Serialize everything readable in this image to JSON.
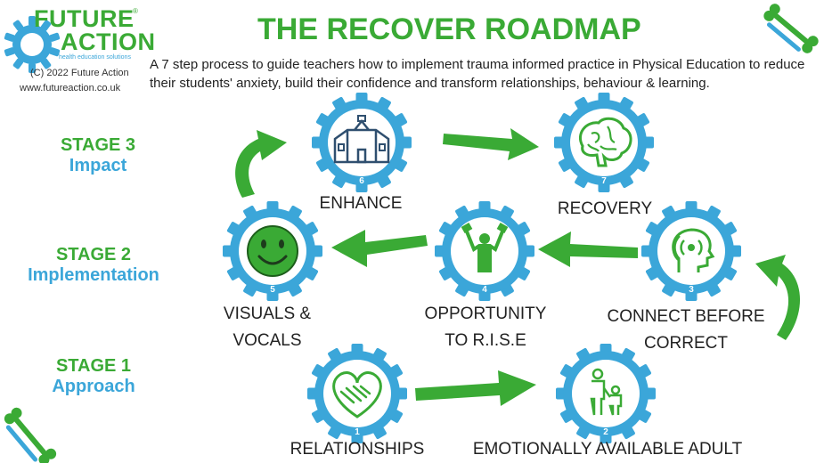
{
  "logo": {
    "line1": "FUTURE",
    "line2": "ACTION",
    "mark": "®",
    "tagline": "health education solutions"
  },
  "copyright": "(C) 2022 Future Action",
  "website": "www.futureaction.co.uk",
  "title": "THE RECOVER ROADMAP",
  "subtitle": "A 7 step process to guide teachers how to implement trauma informed practice in Physical Education to reduce their students' anxiety, build their confidence and transform relationships, behaviour & learning.",
  "stages": [
    {
      "num": "STAGE 3",
      "name": "Impact"
    },
    {
      "num": "STAGE 2",
      "name": "Implementation"
    },
    {
      "num": "STAGE 1",
      "name": "Approach"
    }
  ],
  "steps": [
    {
      "n": "1",
      "label": "RELATIONSHIPS",
      "icon": "heart-handshake-icon"
    },
    {
      "n": "2",
      "label": "EMOTIONALLY AVAILABLE ADULT",
      "icon": "adult-child-icon"
    },
    {
      "n": "3",
      "label_line1": "CONNECT BEFORE",
      "label_line2": "CORRECT",
      "icon": "head-connect-icon"
    },
    {
      "n": "4",
      "label_line1": "OPPORTUNITY",
      "label_line2": "TO R.I.S.E",
      "icon": "weightlifter-icon"
    },
    {
      "n": "5",
      "label_line1": "VISUALS &",
      "label_line2": "VOCALS",
      "icon": "smiley-face-icon"
    },
    {
      "n": "6",
      "label": "ENHANCE",
      "icon": "school-building-icon"
    },
    {
      "n": "7",
      "label": "RECOVERY",
      "icon": "brain-icon"
    }
  ],
  "colors": {
    "green": "#3aaa35",
    "blue": "#3ba6d9",
    "text": "#222222"
  }
}
